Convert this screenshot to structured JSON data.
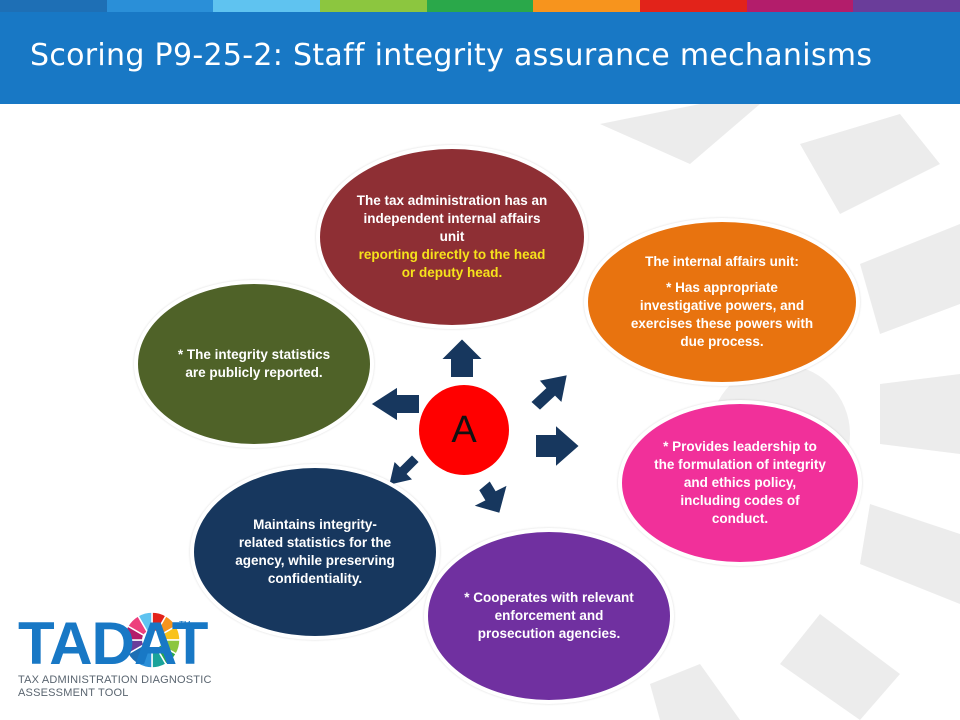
{
  "slide": {
    "title": "Scoring P9-25-2: Staff integrity assurance mechanisms"
  },
  "colors": {
    "header_bg": "#1878c5",
    "strip": [
      "#1e6fb5",
      "#2a8fd8",
      "#5fc3f0",
      "#8cc63f",
      "#2aa84a",
      "#f7941d",
      "#e2231a",
      "#b31d6b",
      "#6a3d9a"
    ],
    "node_top": "#8e2f34",
    "node_right_top": "#e8730f",
    "node_right_bottom": "#f1309a",
    "node_bottom": "#7030a0",
    "node_bottom_left": "#17375e",
    "node_left": "#4f6228",
    "center": "#ff0000",
    "highlight": "#f6e21b",
    "arrow": "#17375e"
  },
  "center": {
    "label": "A"
  },
  "nodes": {
    "top": {
      "text": "The tax administration has an independent internal affairs unit",
      "highlight": "reporting directly to the head or deputy head."
    },
    "right_top": {
      "heading": "The internal affairs unit:",
      "text": "* Has appropriate investigative powers, and exercises these powers with due process."
    },
    "right_bottom": {
      "text": "* Provides leadership to the formulation of integrity and ethics policy, including codes of conduct."
    },
    "bottom": {
      "text": "* Cooperates with relevant enforcement and prosecution agencies."
    },
    "bottom_left": {
      "text": "Maintains integrity-related statistics for the agency, while preserving confidentiality."
    },
    "left": {
      "text": "* The integrity statistics are publicly reported."
    }
  },
  "logo": {
    "wordmark": "TADAT",
    "tm": "TM",
    "tagline_line1": "TAX ADMINISTRATION DIAGNOSTIC",
    "tagline_line2": "ASSESSMENT TOOL"
  }
}
